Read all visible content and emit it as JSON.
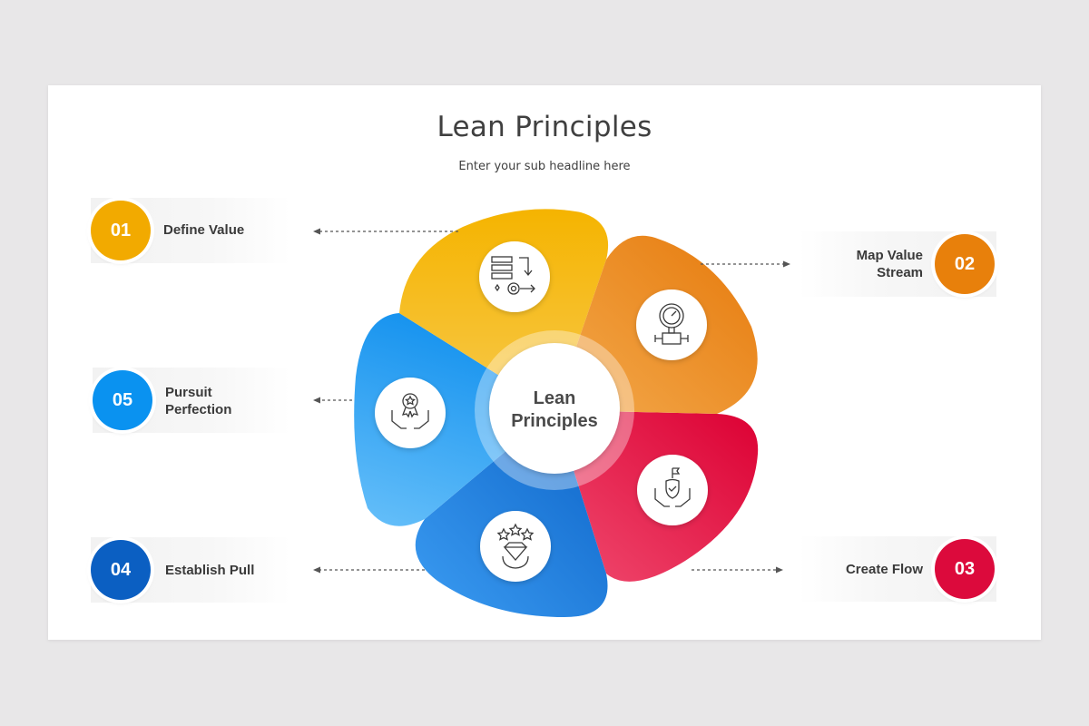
{
  "slide": {
    "title": "Lean Principles",
    "subtitle": "Enter your sub headline here"
  },
  "center": {
    "line1": "Lean",
    "line2": "Principles"
  },
  "items": [
    {
      "number": "01",
      "line1": "Define Value",
      "line2": "",
      "color": "#f2aa00",
      "icon": "value-stream-process-icon"
    },
    {
      "number": "02",
      "line1": "Map Value",
      "line2": "Stream",
      "color": "#e8800b",
      "icon": "pressure-gauge-icon"
    },
    {
      "number": "03",
      "line1": "Create Flow",
      "line2": "",
      "color": "#dc0a3c",
      "icon": "hands-shield-flag-icon"
    },
    {
      "number": "04",
      "line1": "Establish Pull",
      "line2": "",
      "color": "#0b5fc2",
      "icon": "diamond-stars-icon"
    },
    {
      "number": "05",
      "line1": "Pursuit",
      "line2": "Perfection",
      "color": "#0a92f0",
      "icon": "hands-award-medal-icon"
    }
  ]
}
